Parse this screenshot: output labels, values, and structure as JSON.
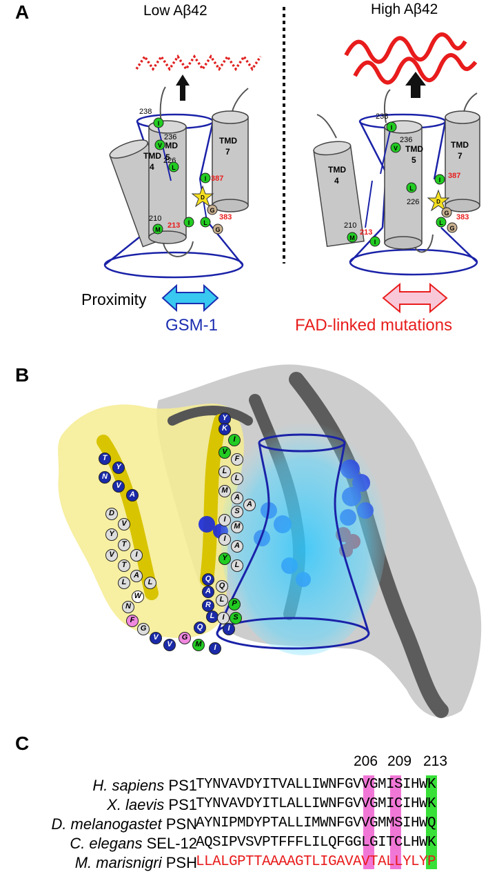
{
  "panelA": {
    "letter": "A",
    "left_title": "Low Aβ42",
    "right_title": "High Aβ42",
    "helix_labels": {
      "tmd4": "TMD\n4",
      "tmd5": "TMD\n5",
      "tmd7": "TMD\n7"
    },
    "residue_numbers": [
      "238",
      "236",
      "226",
      "210",
      "213",
      "387",
      "383"
    ],
    "residue_letters": [
      "I",
      "V",
      "L",
      "M",
      "I",
      "I",
      "D",
      "G",
      "L",
      "G"
    ],
    "proximity_label": "Proximity",
    "gsm_label": "GSM-1",
    "fad_label": "FAD-linked mutations",
    "colors": {
      "gsm": "#1a2db0",
      "fad": "#e81c1c",
      "tube": "#1a22a8",
      "green": "#22cc22",
      "star": "#f5e020"
    }
  },
  "panelB": {
    "letter": "B",
    "yellow_helix_residues": [
      "T",
      "Y",
      "N",
      "V",
      "A",
      "D",
      "V",
      "Y",
      "T",
      "I",
      "V",
      "T",
      "A",
      "L",
      "L",
      "W",
      "N",
      "F",
      "G",
      "V",
      "V",
      "G",
      "M",
      "I"
    ],
    "inner_helix_residues": [
      "Y",
      "K",
      "I",
      "V",
      "F",
      "L",
      "L",
      "M",
      "A",
      "A",
      "S",
      "I",
      "M",
      "I",
      "A",
      "Y",
      "L",
      "Q",
      "A",
      "Q",
      "R",
      "L",
      "L",
      "Q",
      "P",
      "I",
      "S",
      "I"
    ]
  },
  "panelC": {
    "letter": "C",
    "positions": [
      "206",
      "209",
      "213"
    ],
    "rows": [
      {
        "species": "H. sapiens",
        "protein": "PS1",
        "seq": "TYNVAVDYITVALLIWNFGVVGMISIHWK"
      },
      {
        "species": "X. laevis",
        "protein": "PS1",
        "seq": "TYNVAVDYITLALLIWNFGVVGMICIHWK"
      },
      {
        "species": "D. melanogastet",
        "protein": "PSN",
        "seq": "AYNIPMDYPTALLIMWNFGVVGMMSIHWQ"
      },
      {
        "species": "C. elegans",
        "protein": "SEL-12",
        "seq": "AQSIPVSVPTFFFLILQFGGLGITCLHWK"
      },
      {
        "species": "M. marisnigri",
        "protein": "PSH",
        "seq": "LLALGPTTAAAAGTLIGAVAVTALLYLYP"
      }
    ]
  }
}
